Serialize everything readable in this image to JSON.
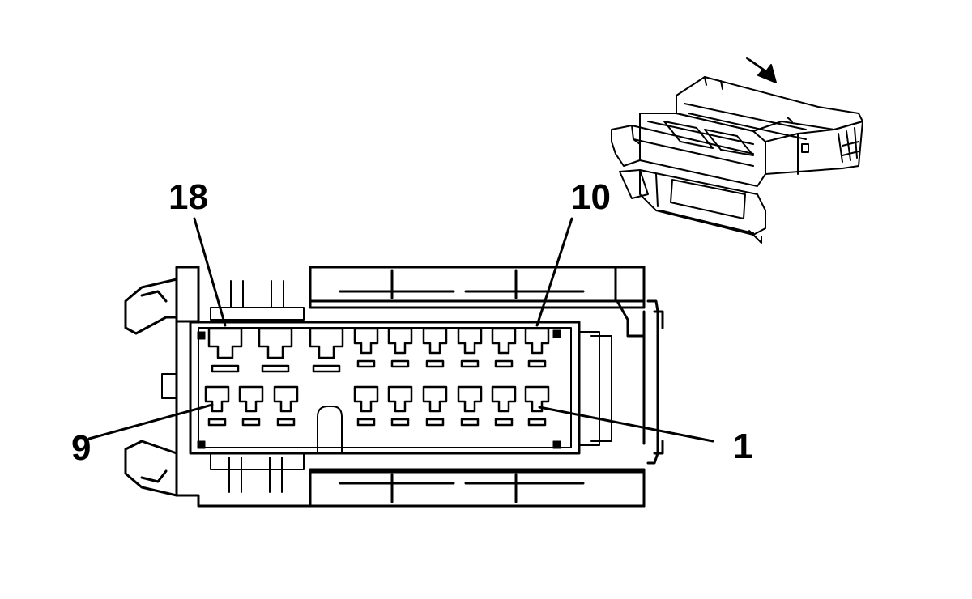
{
  "diagram": {
    "pin_labels": {
      "top_left": "18",
      "top_right": "10",
      "bottom_left": "9",
      "bottom_right": "1"
    },
    "colors": {
      "line": "#000000",
      "background": "#ffffff"
    },
    "icons": [
      "view-direction-arrow-icon",
      "connector-3d-view"
    ]
  }
}
